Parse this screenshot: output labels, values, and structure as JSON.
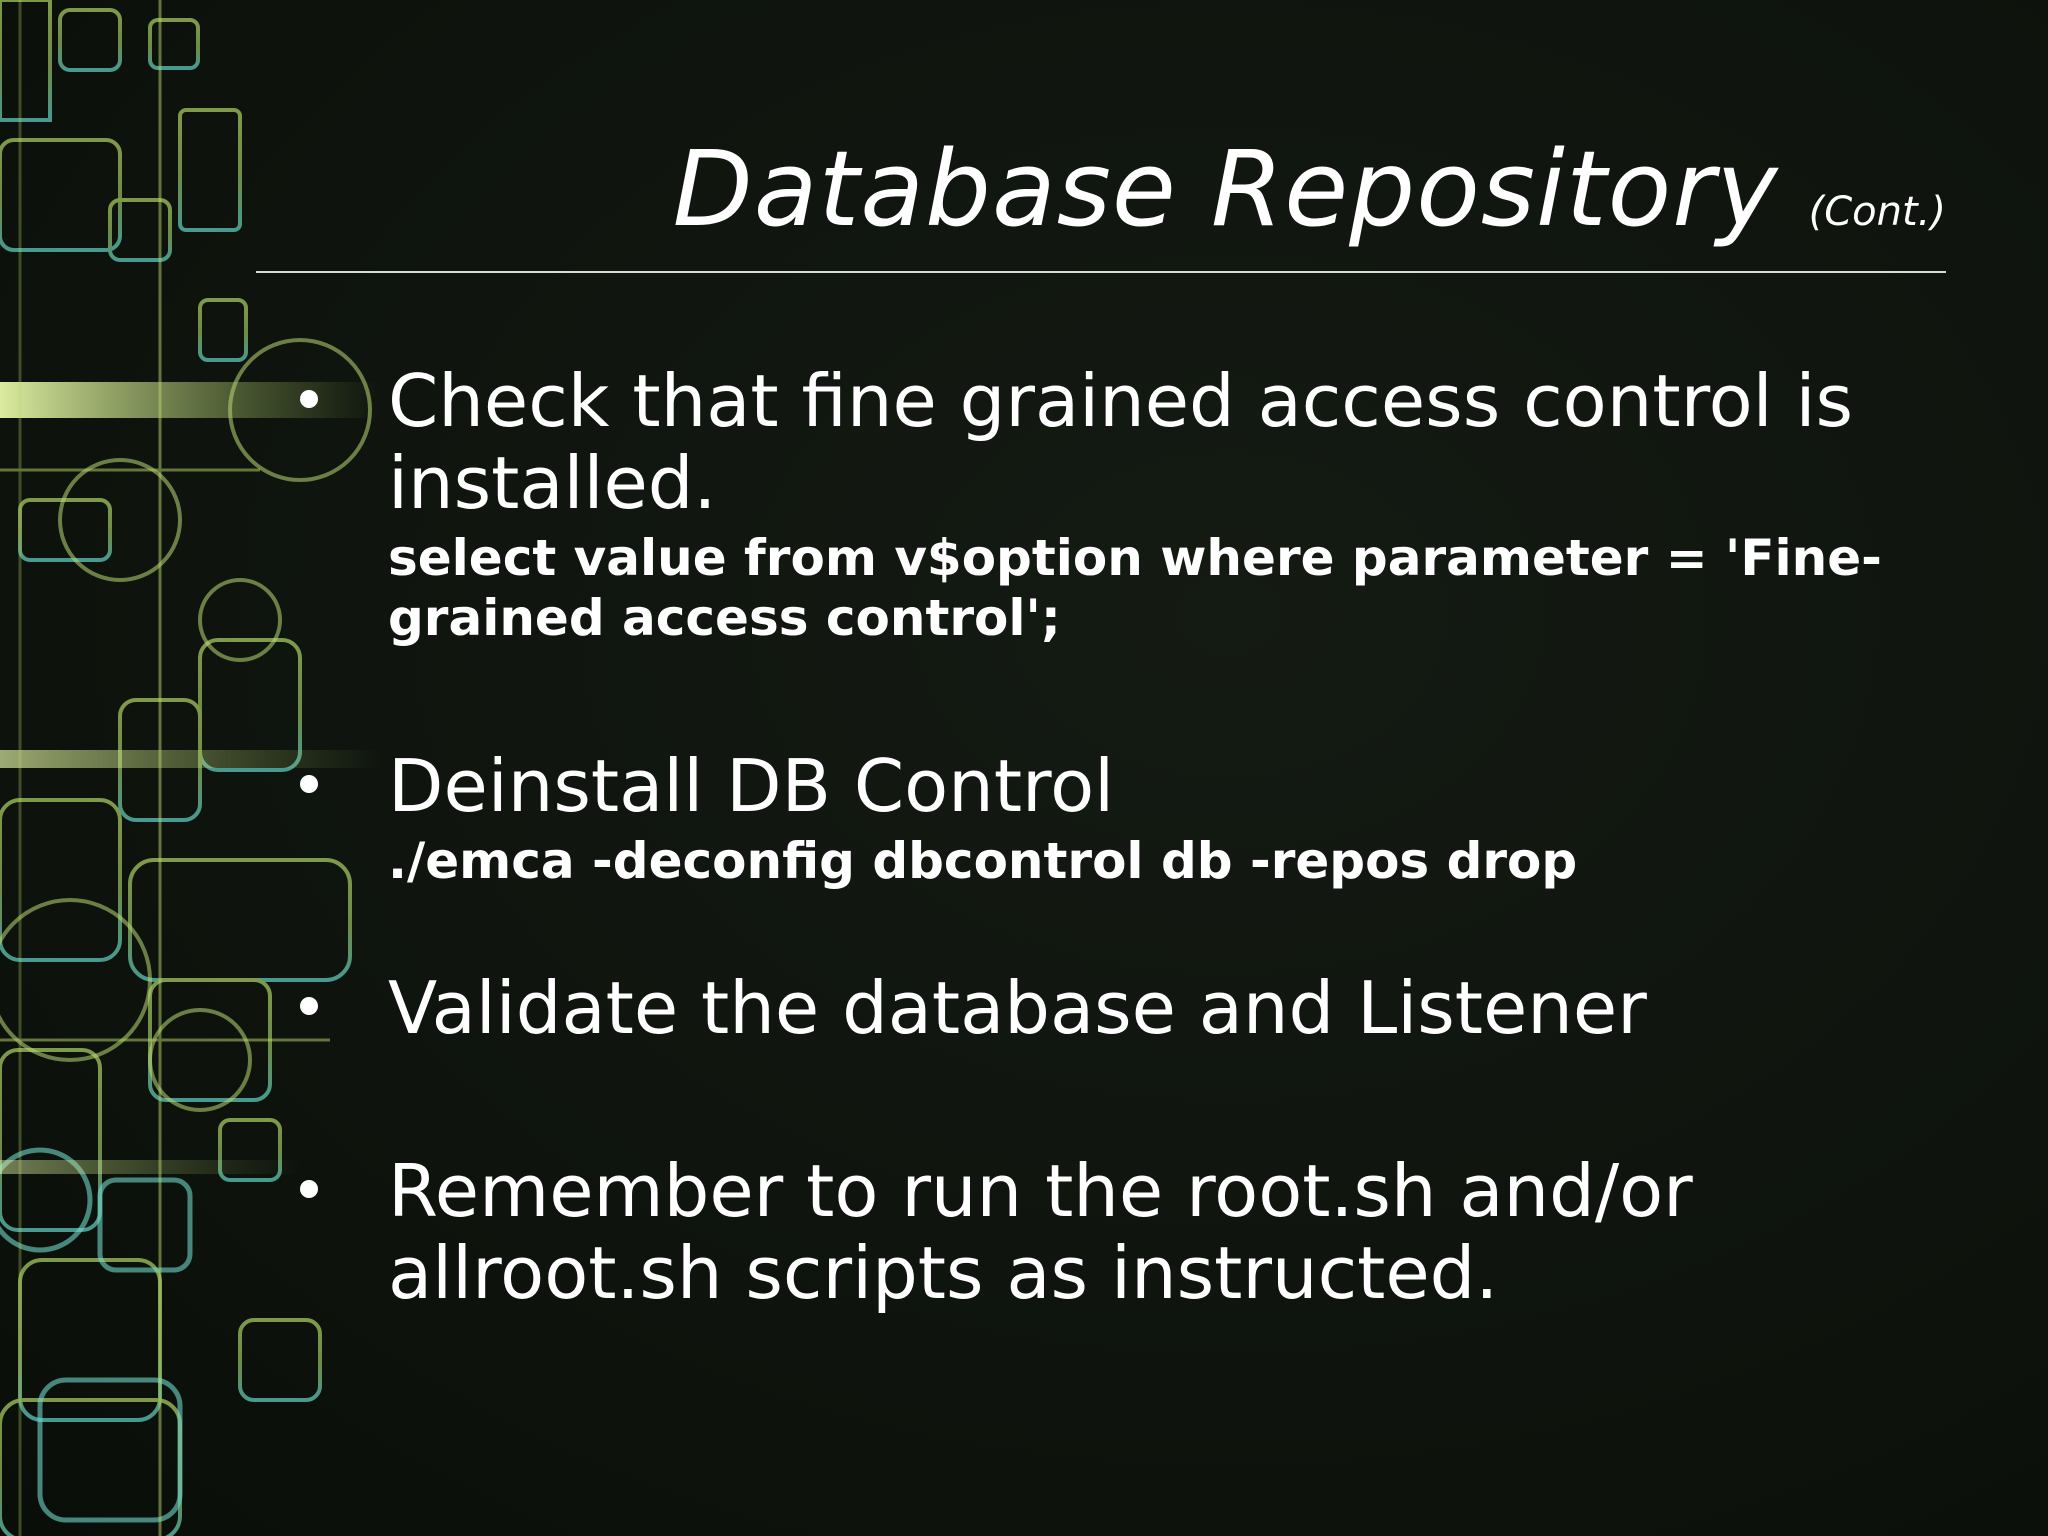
{
  "slide": {
    "title": "Database Repository",
    "title_suffix": "(Cont.)"
  },
  "bullets": [
    {
      "text": "Check that fine grained access control is installed.",
      "code": "select value from v$option where parameter = 'Fine-grained access control';"
    },
    {
      "text": "Deinstall DB Control",
      "code": "./emca -deconfig dbcontrol db -repos drop"
    },
    {
      "text": "Validate the database and Listener"
    },
    {
      "text": "Remember to run the root.sh and/or allroot.sh scripts as instructed."
    }
  ],
  "colors": {
    "background": "#0f150f",
    "text": "#ffffff",
    "decor_green": "#b8d86a",
    "decor_teal": "#6fd6c8"
  }
}
